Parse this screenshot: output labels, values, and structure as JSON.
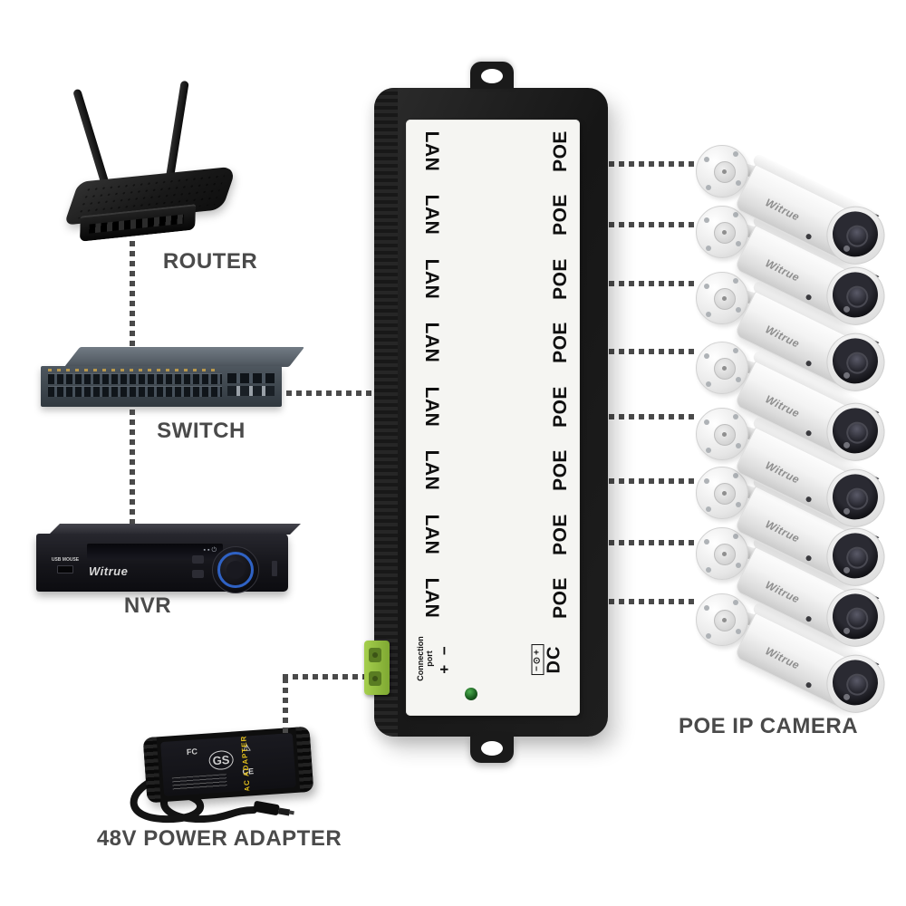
{
  "colors": {
    "background": "#ffffff",
    "caption_text": "#4a4a4a",
    "injector_body": "#1a1a1a",
    "injector_label_bg": "#f5f5f2",
    "port_text": "#0f0f0f",
    "terminal_green": "#8ab83a",
    "led_green": "#2e7d32",
    "nvr_ring_blue": "#2f62c4",
    "adapter_text_yellow": "#e3c01c",
    "connector_dots": "#4a4a4a",
    "camera_white": "#f7f7f7"
  },
  "captions": {
    "router": "ROUTER",
    "switch": "SWITCH",
    "nvr": "NVR",
    "power_adapter": "48V POWER ADAPTER",
    "poe_camera": "POE IP CAMERA"
  },
  "devices": {
    "nvr": {
      "brand": "Witrue",
      "usb_text": "USB MOUSE"
    },
    "adapter": {
      "panel_text": "AC ADAPTER",
      "marks": [
        "FC",
        "GS",
        "CE",
        "⚠"
      ]
    }
  },
  "injector": {
    "rows": [
      {
        "lan": "LAN",
        "poe": "POE"
      },
      {
        "lan": "LAN",
        "poe": "POE"
      },
      {
        "lan": "LAN",
        "poe": "POE"
      },
      {
        "lan": "LAN",
        "poe": "POE"
      },
      {
        "lan": "LAN",
        "poe": "POE"
      },
      {
        "lan": "LAN",
        "poe": "POE"
      },
      {
        "lan": "LAN",
        "poe": "POE"
      },
      {
        "lan": "LAN",
        "poe": "POE"
      }
    ],
    "connection_port": {
      "line1": "Connection",
      "line2": "port",
      "plus_minus": "+ −"
    },
    "dc": {
      "label": "DC",
      "polarity": "−⊙+"
    }
  },
  "cameras": {
    "count": 8,
    "items": [
      {
        "brand": "Witrue"
      },
      {
        "brand": "Witrue"
      },
      {
        "brand": "Witrue"
      },
      {
        "brand": "Witrue"
      },
      {
        "brand": "Witrue"
      },
      {
        "brand": "Witrue"
      },
      {
        "brand": "Witrue"
      },
      {
        "brand": "Witrue"
      }
    ]
  }
}
